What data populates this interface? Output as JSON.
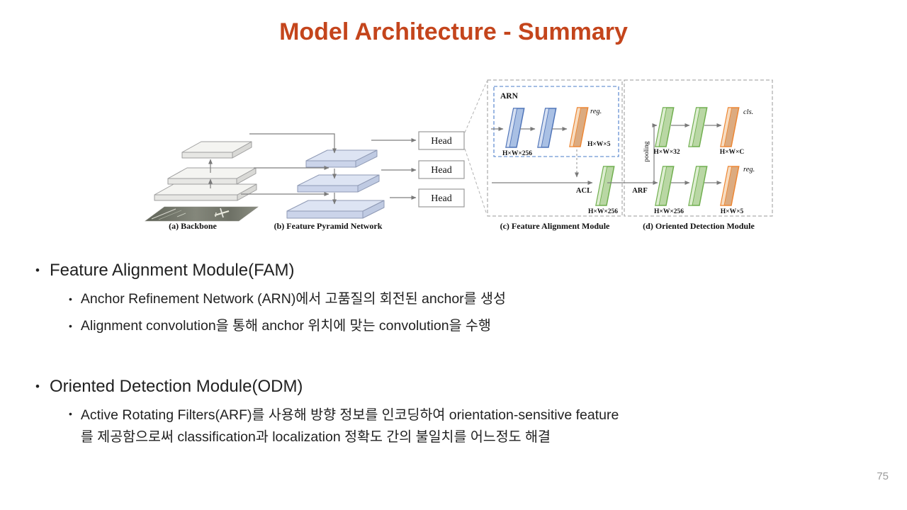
{
  "slide": {
    "title": "Model Architecture - Summary",
    "accent_color": "#C4451C",
    "page_number": "75"
  },
  "figure": {
    "head_label": "Head",
    "arn_label": "ARN",
    "labels": {
      "reg": "reg.",
      "cls": "cls.",
      "acl": "ACL",
      "arf": "ARF",
      "pooling": "pooling",
      "hw256": "H×W×256",
      "hw5": "H×W×5",
      "hw32": "H×W×32",
      "hwc": "H×W×C"
    },
    "captions": {
      "a": "(a) Backbone",
      "b": "(b) Feature Pyramid Network",
      "c": "(c) Feature Alignment Module",
      "d": "(d) Oriented Detection Module"
    }
  },
  "bullets": [
    {
      "text": "Feature Alignment Module(FAM)",
      "sub": [
        "Anchor Refinement Network (ARN)에서 고품질의 회전된 anchor를 생성",
        "Alignment convolution을 통해 anchor 위치에 맞는 convolution을 수행"
      ]
    },
    {
      "text": "Oriented Detection Module(ODM)",
      "sub": [
        "Active Rotating Filters(ARF)를 사용해 방향 정보를 인코딩하여 orientation-sensitive feature\n를 제공함으로써 classification과 localization 정확도 간의 불일치를 어느정도 해결"
      ]
    }
  ]
}
